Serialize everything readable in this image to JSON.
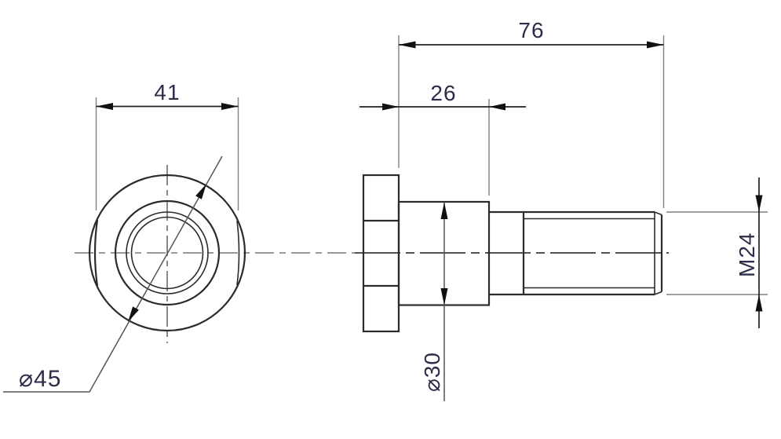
{
  "drawing": {
    "description": "Two-view dimensioned drawing of a hex-head shoulder bolt",
    "labels": {
      "across_flats": "41",
      "head_diameter": "⌀45",
      "overall_length": "76",
      "shoulder_length": "26",
      "shoulder_diameter": "⌀30",
      "thread_spec": "M24"
    },
    "colors": {
      "background": "#ffffff",
      "geometry": "#2b2b2b",
      "dimension_line": "#222222",
      "extension_line": "#808080",
      "centerline": "#999999",
      "dimension_text": "#2d2d4a"
    }
  }
}
